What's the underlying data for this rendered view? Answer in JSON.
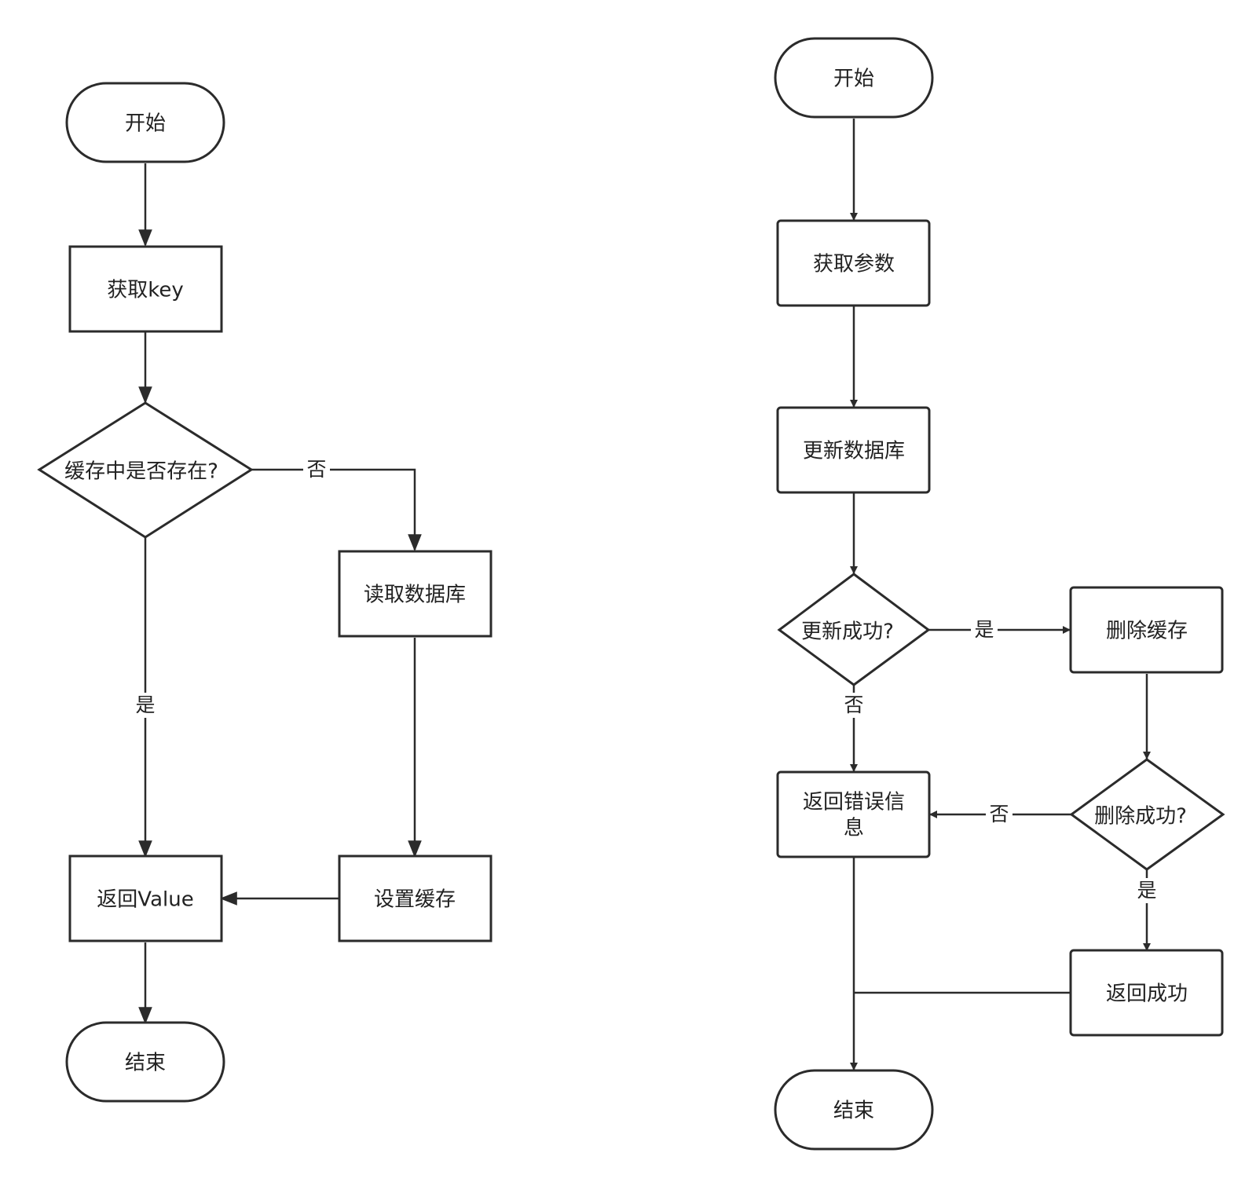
{
  "colors": {
    "stroke": "#2b2b2b",
    "text": "#222222",
    "background": "#ffffff"
  },
  "read_flow": {
    "start": "开始",
    "get_key": "获取key",
    "decision_cache_exists": "缓存中是否存在?",
    "read_db": "读取数据库",
    "set_cache": "设置缓存",
    "return_value": "返回Value",
    "end": "结束",
    "label_no": "否",
    "label_yes": "是"
  },
  "update_flow": {
    "start": "开始",
    "get_params": "获取参数",
    "update_db": "更新数据库",
    "decision_update_success": "更新成功?",
    "delete_cache": "删除缓存",
    "decision_delete_success": "删除成功?",
    "return_error_line1": "返回错误信",
    "return_error_line2": "息",
    "return_success": "返回成功",
    "end": "结束",
    "label_yes_update": "是",
    "label_no_update": "否",
    "label_no_delete": "否",
    "label_yes_delete": "是"
  }
}
